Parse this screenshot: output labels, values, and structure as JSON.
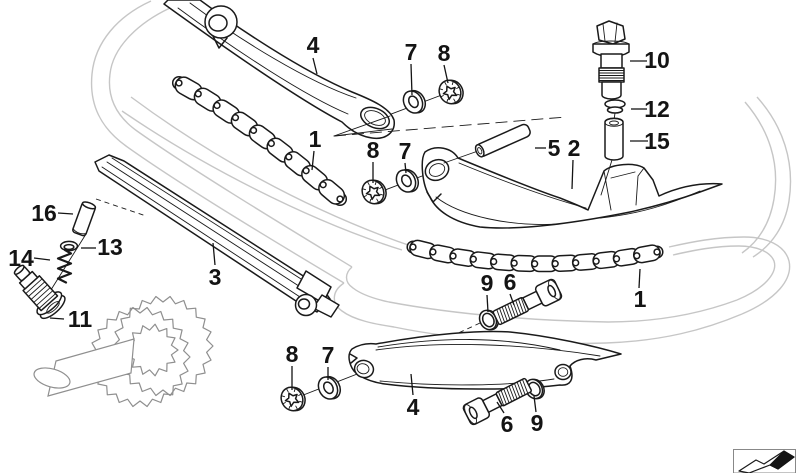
{
  "callouts": [
    {
      "text": "4"
    },
    {
      "text": "7"
    },
    {
      "text": "8"
    },
    {
      "text": "10"
    },
    {
      "text": "12"
    },
    {
      "text": "15"
    },
    {
      "text": "5"
    },
    {
      "text": "2"
    },
    {
      "text": "1"
    },
    {
      "text": "8"
    },
    {
      "text": "7"
    },
    {
      "text": "16"
    },
    {
      "text": "13"
    },
    {
      "text": "14"
    },
    {
      "text": "11"
    },
    {
      "text": "3"
    },
    {
      "text": "9"
    },
    {
      "text": "6"
    },
    {
      "text": "1"
    },
    {
      "text": "8"
    },
    {
      "text": "7"
    },
    {
      "text": "4"
    },
    {
      "text": "6"
    },
    {
      "text": "9"
    }
  ],
  "colors": {
    "line": "#1a1a1a",
    "phantom_chain_path": "#c6c6c6",
    "sprocket": "#8f8f8f",
    "background": "#ffffff",
    "label": "#141414"
  },
  "icons": {
    "direction_arrow": "direction-arrow"
  }
}
